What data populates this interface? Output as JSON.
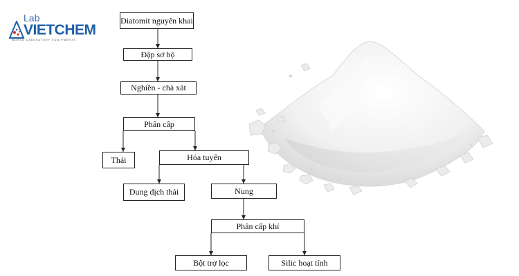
{
  "logo": {
    "lab": "Lab",
    "brand": "VIETCHEM",
    "tagline": "WORLD LABORATORY EQUIPMENTS",
    "mark_icon": "flask-molecule-icon",
    "colors": {
      "brand": "#1f5fa8",
      "accent": "#e0302a"
    }
  },
  "flowchart": {
    "raw": "Diatomit nguyên khai",
    "crush": "Đập sơ bộ",
    "grind": "Nghiền - chà xát",
    "classify": "Phân cấp",
    "waste": "Thải",
    "flotation": "Hóa tuyển",
    "waste_solution": "Dung dịch thải",
    "calcine": "Nung",
    "air_classify": "Phân cấp khí",
    "filter_powder": "Bột trợ lọc",
    "active_silica": "Silic hoạt tính"
  },
  "image": {
    "subject": "white-powder-pile-icon"
  }
}
